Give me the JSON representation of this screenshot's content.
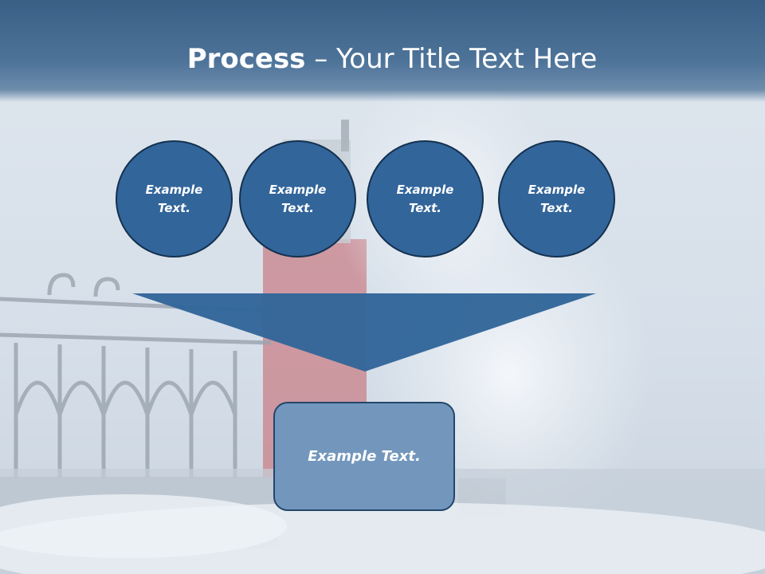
{
  "slide": {
    "title_bold": "Process",
    "title_rest": " – Your Title Text Here",
    "steps": [
      {
        "line1": "Example",
        "line2": "Text."
      },
      {
        "line1": "Example",
        "line2": "Text."
      },
      {
        "line1": "Example",
        "line2": "Text."
      },
      {
        "line1": "Example",
        "line2": "Text."
      }
    ],
    "result": "Example Text."
  },
  "colors": {
    "title_band": "#3a5f86",
    "circle_fill": "#32659a",
    "funnel_fill": "#33669a",
    "result_fill": "#7397bc",
    "background": "#dde5ee"
  },
  "background_image": "lighthouse-pier-wave-photo"
}
